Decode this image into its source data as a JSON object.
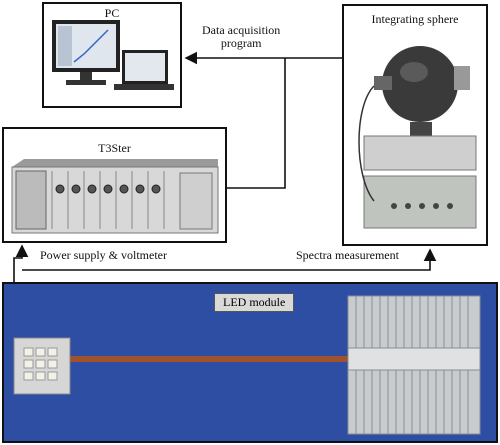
{
  "boxes": {
    "pc": {
      "label": "PC"
    },
    "t3ster": {
      "label": "T3Ster"
    },
    "sphere": {
      "label": "Integrating sphere"
    },
    "led": {
      "label": "LED module"
    }
  },
  "connections": {
    "data_acquisition": "Data acquisition\nprogram",
    "power_supply": "Power supply & voltmeter",
    "spectra": "Spectra measurement"
  },
  "colors": {
    "led_background": "#2e4ea3",
    "heatsink": "#c9cccf",
    "copper_rod": "#a0522d",
    "led_chip": "#f4f2e8"
  }
}
